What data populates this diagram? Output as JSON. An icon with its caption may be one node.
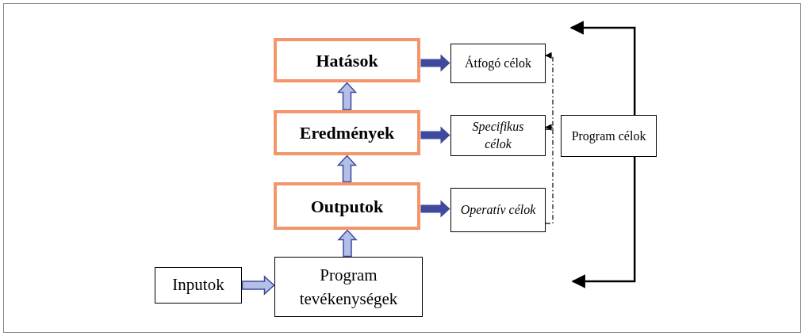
{
  "diagram": {
    "nodes": [
      {
        "text": [
          "Hatások"
        ]
      },
      {
        "text": [
          "Eredmények"
        ]
      },
      {
        "text": [
          "Outputok"
        ]
      },
      {
        "text": [
          "Program tevékenységek"
        ]
      },
      {
        "text": [
          "Inputok"
        ]
      },
      {
        "text": [
          "Átfogó célok"
        ]
      },
      {
        "text": [
          "Specifikus célok"
        ]
      },
      {
        "text": [
          "Operatív célok"
        ]
      },
      {
        "text": [
          "Program célok"
        ]
      }
    ],
    "edges": [
      {
        "from": 4,
        "to": 3,
        "arrow": "to",
        "style": "thick",
        "color": "#b3bfe6"
      },
      {
        "from": 3,
        "to": 2,
        "arrow": "to",
        "style": "thick",
        "color": "#b3bfe6"
      },
      {
        "from": 2,
        "to": 1,
        "arrow": "to",
        "style": "thick",
        "color": "#b3bfe6"
      },
      {
        "from": 1,
        "to": 0,
        "arrow": "to",
        "style": "thick",
        "color": "#b3bfe6"
      },
      {
        "from": 0,
        "to": 5,
        "arrow": "to",
        "style": "thick",
        "color": "#3f4a9e"
      },
      {
        "from": 1,
        "to": 6,
        "arrow": "to",
        "style": "thick",
        "color": "#3f4a9e"
      },
      {
        "from": 2,
        "to": 7,
        "arrow": "to",
        "style": "thick",
        "color": "#3f4a9e"
      },
      {
        "from": 6,
        "to": 5,
        "arrow": "to",
        "style": "dashed"
      },
      {
        "from": 7,
        "to": 6,
        "arrow": "to",
        "style": "dashed"
      },
      {
        "from": 8,
        "to": null,
        "arrow": "to"
      },
      {
        "from": 8,
        "to": null,
        "arrow": "to"
      }
    ]
  }
}
